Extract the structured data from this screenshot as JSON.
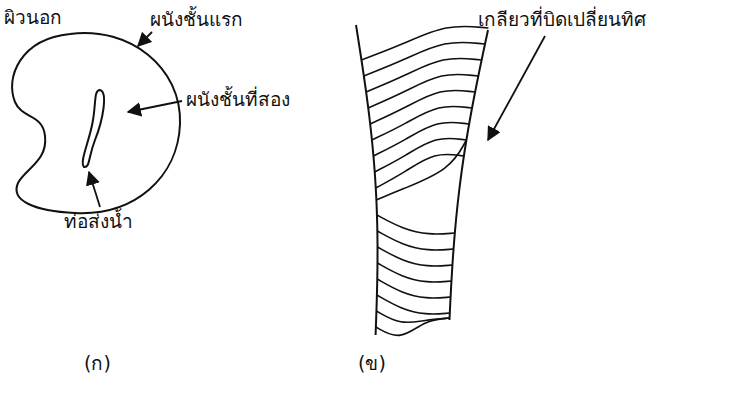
{
  "diagram": {
    "labels": [
      "ผิวนอก",
      "ผนังชั้นแรก",
      "ผนังชั้นที่สอง",
      "ท่อส่งน้ำ",
      "เกลียวที่บิดเปลี่ยนทิศ",
      "(ก)",
      "(ข)"
    ]
  }
}
